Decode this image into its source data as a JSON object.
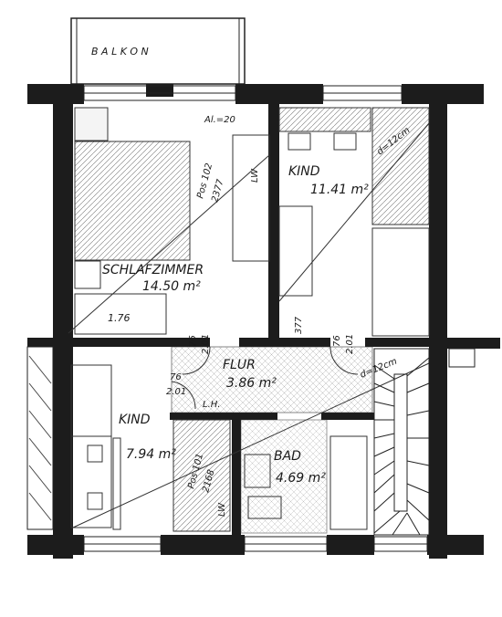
{
  "balcony": {
    "label": "B A L K O N"
  },
  "rooms": {
    "schlafzimmer": {
      "name": "SCHLAFZIMMER",
      "area": "14.50 m²",
      "dim": "1.76"
    },
    "kind_top": {
      "name": "KIND",
      "area": "11.41 m²"
    },
    "flur": {
      "name": "FLUR",
      "area": "3.86 m²"
    },
    "kind_bottom": {
      "name": "KIND",
      "area": "7.94 m²"
    },
    "bad": {
      "name": "BAD",
      "area": "4.69 m²"
    }
  },
  "annotations": {
    "al": "Al.=20",
    "pos102": "Pos 102",
    "dim_2377": "2377",
    "lw_top": "LW",
    "d12_top": "d=12cm",
    "d12_bottom": "d=12cm",
    "dim_377": "377",
    "door_a_1": "76",
    "door_a_2": "2.01",
    "door_b_1": "76",
    "door_b_2": "2.01",
    "door_c_1": "76",
    "door_c_2": "2.01",
    "lh": "L.H.",
    "pos101": "Pos 101",
    "dim_2168": "2168",
    "lw_bottom": "LW"
  }
}
